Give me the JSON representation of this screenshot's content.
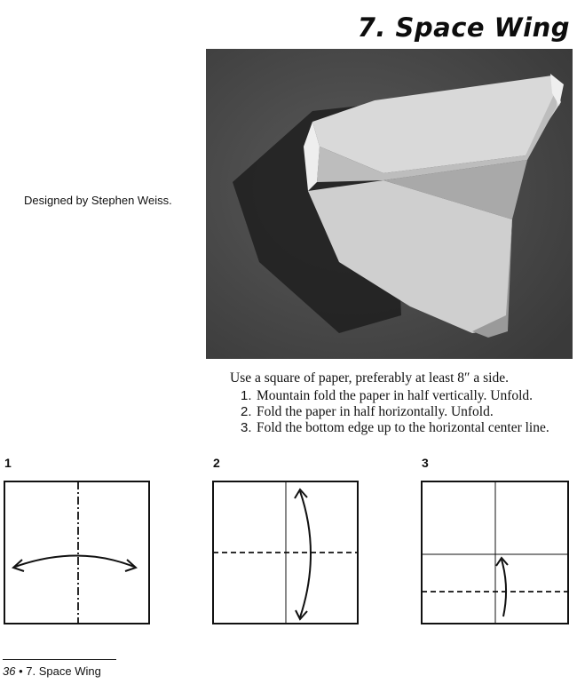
{
  "header": {
    "title": "7. Space Wing"
  },
  "credit": "Designed by Stephen Weiss.",
  "photo": {
    "alt": "Photo of a folded Space Wing paper airplane"
  },
  "instructions": {
    "intro": "Use a square of paper, preferably at least 8″ a side.",
    "steps": [
      {
        "num": "1.",
        "text": "Mountain fold the paper in half vertically. Unfold."
      },
      {
        "num": "2.",
        "text": "Fold the paper in half horizontally. Unfold."
      },
      {
        "num": "3.",
        "text": "Fold the bottom edge up to the horizontal center line."
      }
    ]
  },
  "diagrams": [
    {
      "label": "1"
    },
    {
      "label": "2"
    },
    {
      "label": "3"
    }
  ],
  "footer": {
    "page_number": "36",
    "separator": "•",
    "section": "7. Space Wing"
  }
}
